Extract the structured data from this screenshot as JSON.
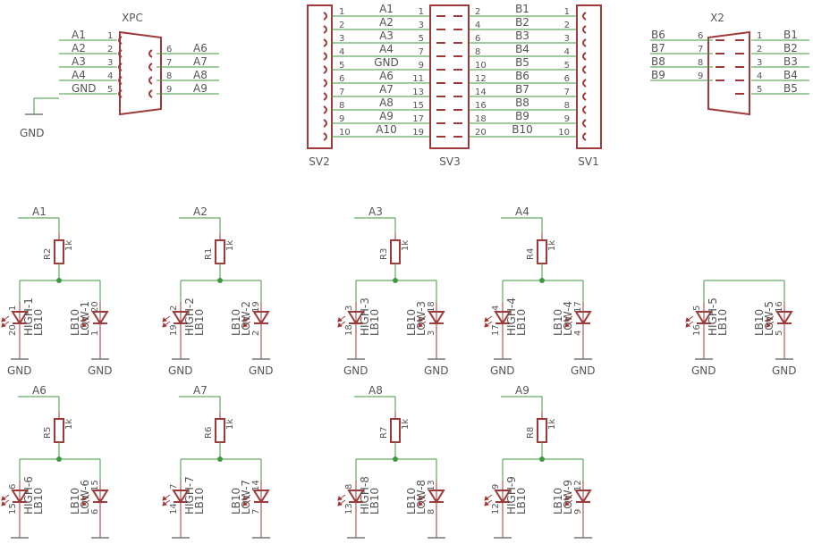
{
  "xpc": {
    "name": "XPC",
    "left_signals": [
      "A1",
      "A2",
      "A3",
      "A4",
      "GND"
    ],
    "left_pins": [
      "1",
      "2",
      "3",
      "4",
      "5"
    ],
    "right_pins": [
      "6",
      "7",
      "8",
      "9"
    ],
    "right_signals": [
      "A6",
      "A7",
      "A8",
      "A9"
    ],
    "gnd_label": "GND"
  },
  "x2": {
    "name": "X2",
    "left_signals": [
      "B6",
      "B7",
      "B8",
      "B9"
    ],
    "left_pins": [
      "6",
      "7",
      "8",
      "9"
    ],
    "right_pins": [
      "1",
      "2",
      "3",
      "4",
      "5"
    ],
    "right_signals": [
      "B1",
      "B2",
      "B3",
      "B4",
      "B5"
    ]
  },
  "sv2": {
    "name": "SV2",
    "pins": [
      "1",
      "2",
      "3",
      "4",
      "5",
      "6",
      "7",
      "8",
      "9",
      "10"
    ]
  },
  "sv1": {
    "name": "SV1",
    "pins": [
      "1",
      "2",
      "3",
      "4",
      "5",
      "6",
      "7",
      "8",
      "9",
      "10"
    ]
  },
  "sv3": {
    "name": "SV3",
    "odd_pins": [
      "1",
      "3",
      "5",
      "7",
      "9",
      "11",
      "13",
      "15",
      "17",
      "19"
    ],
    "even_pins": [
      "2",
      "4",
      "6",
      "8",
      "10",
      "12",
      "14",
      "16",
      "18",
      "20"
    ]
  },
  "bus_a": [
    "A1",
    "A2",
    "A3",
    "A4",
    "GND",
    "A6",
    "A7",
    "A8",
    "A9",
    "A10"
  ],
  "bus_b": [
    "B1",
    "B2",
    "B3",
    "B4",
    "B5",
    "B6",
    "B7",
    "B8",
    "B9",
    "B10"
  ],
  "cells": [
    {
      "sig": "A1",
      "res": "R2",
      "val": "1k",
      "hi": "HIGH-1",
      "hi_a": "1",
      "hi_k": "20",
      "lo": "LOW-1",
      "lo_a": "20",
      "lo_k": "1",
      "type": "LB10",
      "gnd": "GND"
    },
    {
      "sig": "A2",
      "res": "R1",
      "val": "1k",
      "hi": "HIGH-2",
      "hi_a": "2",
      "hi_k": "19",
      "lo": "LOW-2",
      "lo_a": "19",
      "lo_k": "2",
      "type": "LB10",
      "gnd": "GND"
    },
    {
      "sig": "A3",
      "res": "R3",
      "val": "1k",
      "hi": "HIGH-3",
      "hi_a": "3",
      "hi_k": "18",
      "lo": "LOW-3",
      "lo_a": "18",
      "lo_k": "3",
      "type": "LB10",
      "gnd": "GND"
    },
    {
      "sig": "A4",
      "res": "R4",
      "val": "1k",
      "hi": "HIGH-4",
      "hi_a": "4",
      "hi_k": "17",
      "lo": "LOW-4",
      "lo_a": "17",
      "lo_k": "4",
      "type": "LB10",
      "gnd": "GND"
    },
    {
      "sig": "",
      "res": "",
      "val": "",
      "hi": "HIGH-5",
      "hi_a": "5",
      "hi_k": "16",
      "lo": "LOW-5",
      "lo_a": "16",
      "lo_k": "5",
      "type": "LB10",
      "gnd": "GND"
    },
    {
      "sig": "A6",
      "res": "R5",
      "val": "1k",
      "hi": "HIGH-6",
      "hi_a": "6",
      "hi_k": "15",
      "lo": "LOW-6",
      "lo_a": "15",
      "lo_k": "6",
      "type": "LB10",
      "gnd": "GND"
    },
    {
      "sig": "A7",
      "res": "R6",
      "val": "1k",
      "hi": "HIGH-7",
      "hi_a": "7",
      "hi_k": "14",
      "lo": "LOW-7",
      "lo_a": "14",
      "lo_k": "7",
      "type": "LB10",
      "gnd": "GND"
    },
    {
      "sig": "A8",
      "res": "R7",
      "val": "1k",
      "hi": "HIGH-8",
      "hi_a": "8",
      "hi_k": "13",
      "lo": "LOW-8",
      "lo_a": "13",
      "lo_k": "8",
      "type": "LB10",
      "gnd": "GND"
    },
    {
      "sig": "A9",
      "res": "R8",
      "val": "1k",
      "hi": "HIGH-9",
      "hi_a": "9",
      "hi_k": "12",
      "lo": "LOW-9",
      "lo_a": "12",
      "lo_k": "9",
      "type": "LB10",
      "gnd": "GND"
    }
  ],
  "colors": {
    "wire": "#3f9a3f",
    "symbol": "#9e3a3a",
    "text": "#555555"
  }
}
